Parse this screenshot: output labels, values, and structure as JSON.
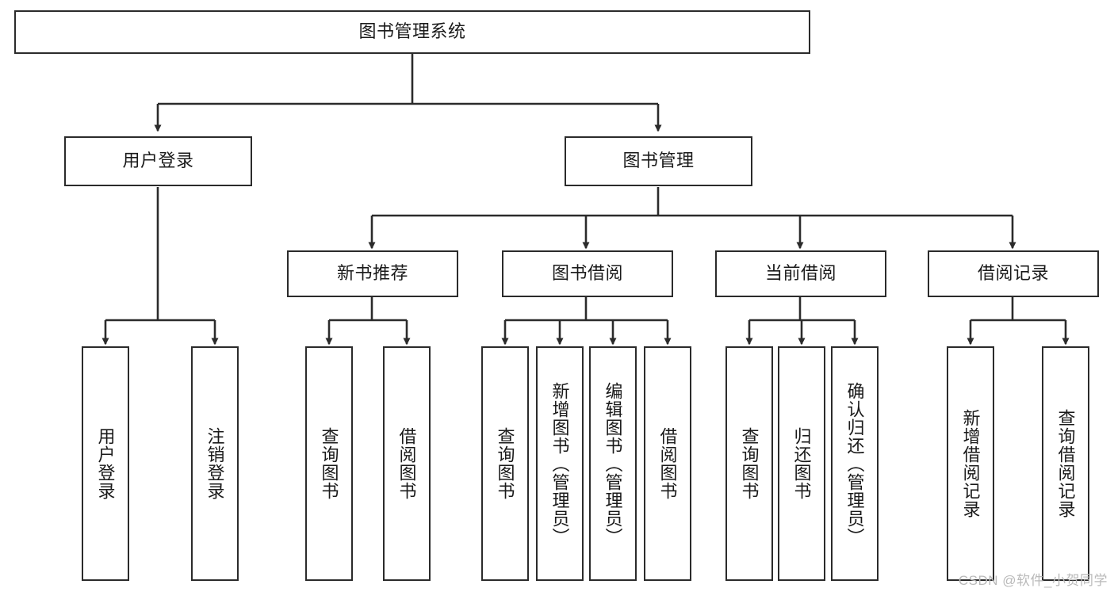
{
  "diagram": {
    "title": "图书管理系统",
    "type": "tree-hierarchy",
    "background_color": "#ffffff",
    "box_border_color": "#2b2b2b",
    "text_color": "#1a1a1a",
    "connector_color": "#2b2b2b"
  },
  "root": {
    "label": "图书管理系统"
  },
  "level1": [
    {
      "label": "用户登录"
    },
    {
      "label": "图书管理"
    }
  ],
  "level2": [
    {
      "label": "新书推荐"
    },
    {
      "label": "图书借阅"
    },
    {
      "label": "当前借阅"
    },
    {
      "label": "借阅记录"
    }
  ],
  "leaves": {
    "user_login": [
      {
        "label": "用户登录"
      },
      {
        "label": "注销登录"
      }
    ],
    "new_book_recommend": [
      {
        "label": "查询图书"
      },
      {
        "label": "借阅图书"
      }
    ],
    "book_borrow": [
      {
        "label": "查询图书"
      },
      {
        "label": "新增图书（管理员）"
      },
      {
        "label": "编辑图书（管理员）"
      },
      {
        "label": "借阅图书"
      }
    ],
    "current_borrow": [
      {
        "label": "查询图书"
      },
      {
        "label": "归还图书"
      },
      {
        "label": "确认归还（管理员）"
      }
    ],
    "borrow_record": [
      {
        "label": "新增借阅记录"
      },
      {
        "label": "查询借阅记录"
      }
    ]
  },
  "watermark": {
    "text": "CSDN @软件_小贺同学"
  }
}
